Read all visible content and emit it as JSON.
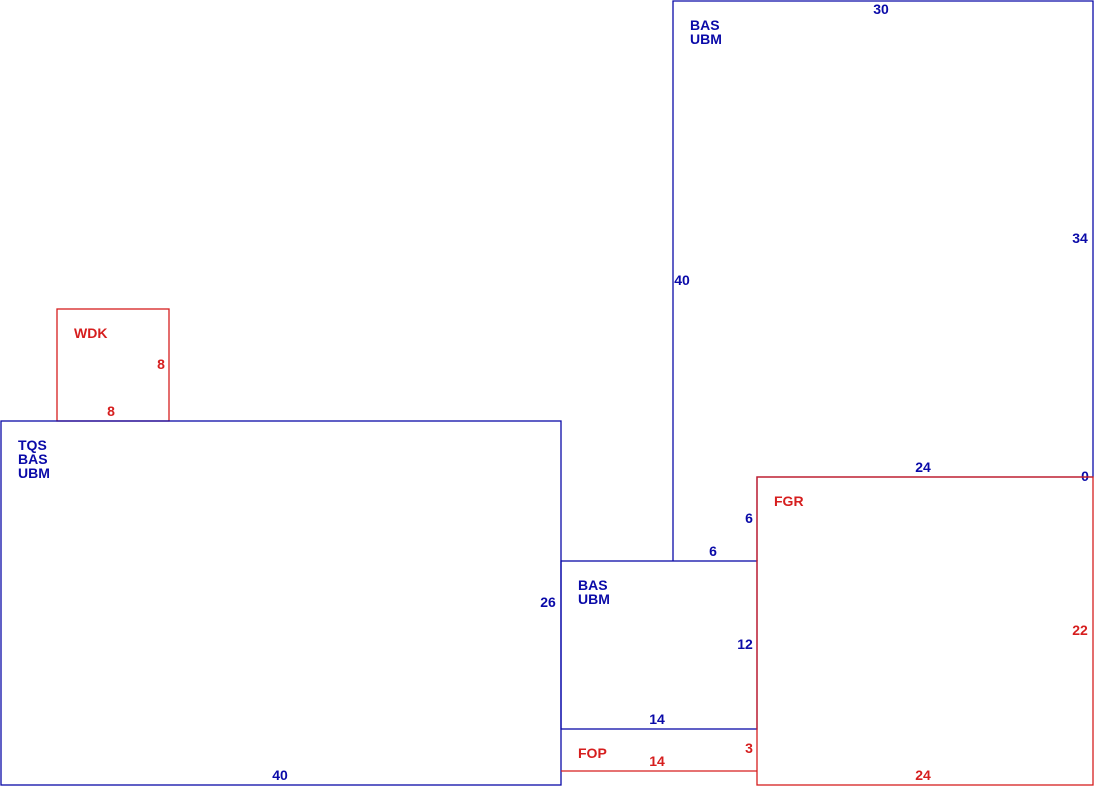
{
  "colors": {
    "blue": "#0a0aa8",
    "red": "#d61e1e"
  },
  "regions": {
    "wdk": {
      "labels": [
        "WDK"
      ],
      "dims": {
        "right": "8",
        "bottom": "8"
      }
    },
    "tqs": {
      "labels": [
        "TQS",
        "BAS",
        "UBM"
      ],
      "dims": {
        "right": "26",
        "bottom": "40"
      }
    },
    "bas_top": {
      "labels": [
        "BAS",
        "UBM"
      ],
      "dims": {
        "top": "30",
        "left": "40",
        "right": "34",
        "bottom_left": "6",
        "bottom_right": "0"
      }
    },
    "bas_mid": {
      "labels": [
        "BAS",
        "UBM"
      ],
      "dims": {
        "top": "6",
        "right": "12",
        "bottom": "14"
      }
    },
    "fop": {
      "labels": [
        "FOP"
      ],
      "dims": {
        "bottom": "14",
        "right": "3"
      }
    },
    "fgr": {
      "labels": [
        "FGR"
      ],
      "dims": {
        "top": "24",
        "left": "6",
        "right": "22",
        "bottom": "24"
      }
    }
  }
}
